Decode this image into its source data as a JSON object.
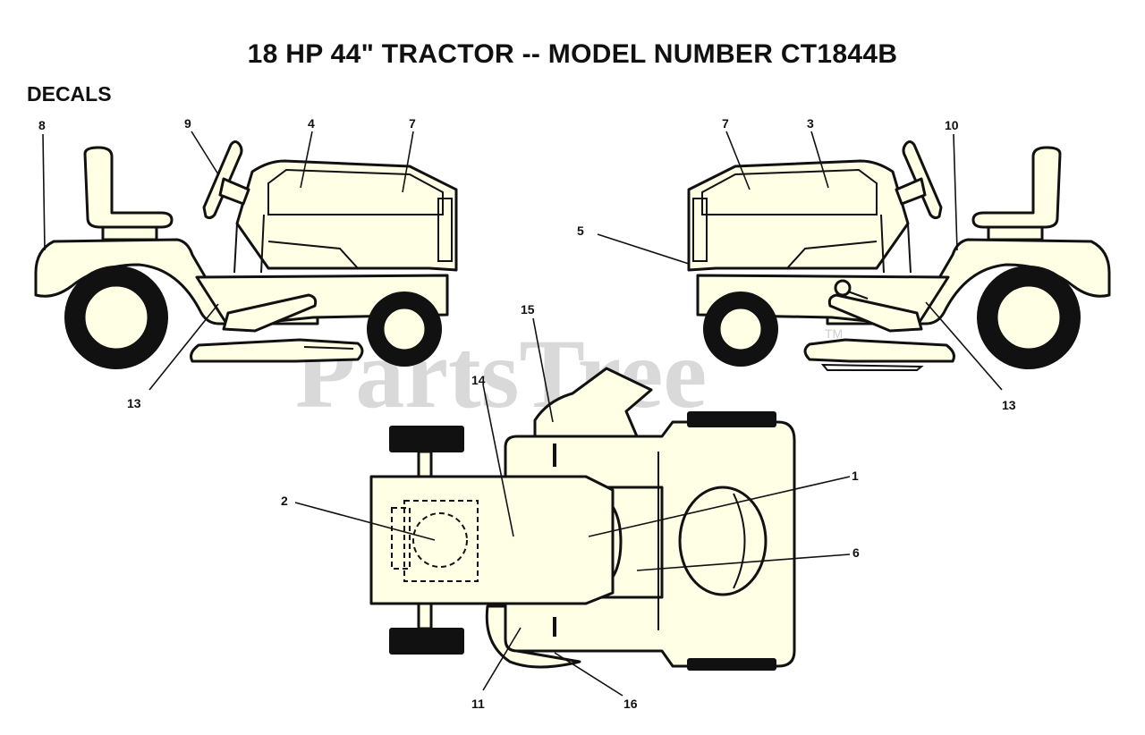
{
  "title": "18 HP 44\" TRACTOR -- MODEL NUMBER CT1844B",
  "section": "DECALS",
  "watermark": "PartsTree",
  "watermark_tm": "TM",
  "callouts": {
    "left_8": "8",
    "left_9": "9",
    "left_4": "4",
    "left_7": "7",
    "left_13": "13",
    "right_7": "7",
    "right_3": "3",
    "right_10": "10",
    "right_5": "5",
    "right_13": "13",
    "top_15": "15",
    "top_14": "14",
    "top_2": "2",
    "top_1": "1",
    "top_6": "6",
    "top_11": "11",
    "top_16": "16"
  },
  "colors": {
    "body_fill": "#ffffe6",
    "ink": "#111111",
    "watermark": "#d9d9d9"
  }
}
